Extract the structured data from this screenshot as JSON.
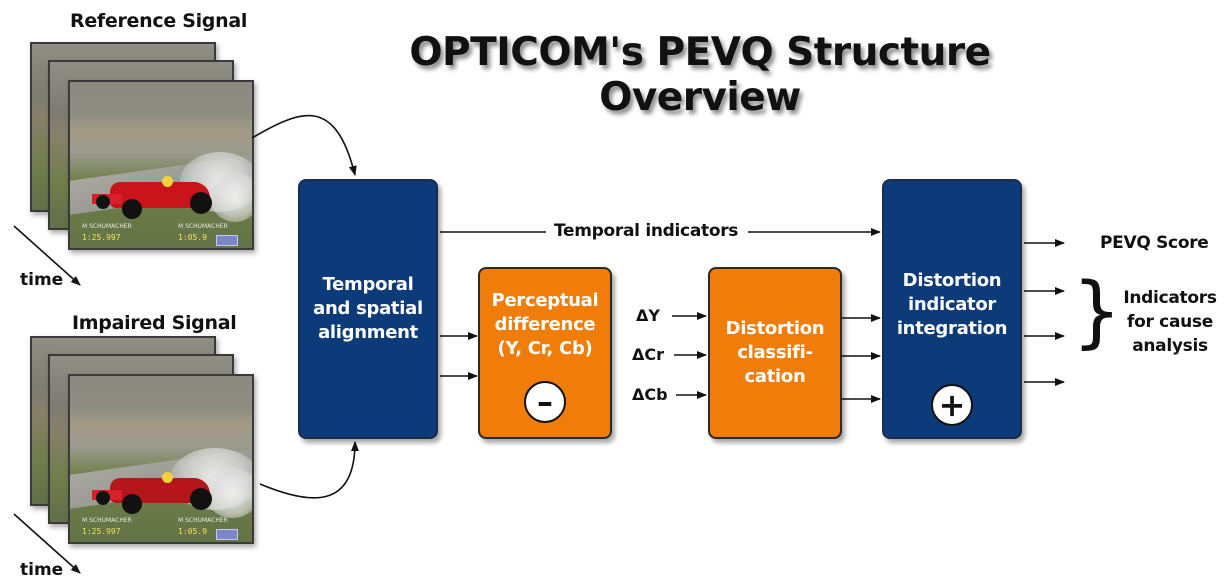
{
  "title": "OPTICOM's PEVQ Structure Overview",
  "reference_signal": {
    "label": "Reference Signal",
    "time_label": "time",
    "hud": {
      "driver_left": "M SCHUMACHER",
      "driver_right": "M SCHUMACHER",
      "time_left": "1:25.997",
      "time_right": "1:05.9"
    }
  },
  "impaired_signal": {
    "label": "Impaired Signal",
    "time_label": "time",
    "hud": {
      "driver_left": "M SCHUMACHER",
      "driver_right": "M SCHUMACHER",
      "time_left": "1:25.997",
      "time_right": "1:05.9"
    }
  },
  "blocks": {
    "alignment": {
      "lines": [
        "Temporal",
        "and spatial",
        "alignment"
      ]
    },
    "perceptual": {
      "lines": [
        "Perceptual",
        "difference",
        "(Y, Cr, Cb)"
      ],
      "operator": "–"
    },
    "classification": {
      "lines": [
        "Distortion",
        "classifi-",
        "cation"
      ]
    },
    "integration": {
      "lines": [
        "Distortion",
        "indicator",
        "integration"
      ],
      "operator": "+"
    }
  },
  "temporal_indicators_label": "Temporal indicators",
  "deltas": [
    "ΔY",
    "ΔCr",
    "ΔCb"
  ],
  "outputs": {
    "score": "PEVQ Score",
    "indicators": [
      "Indicators",
      "for cause",
      "analysis"
    ],
    "brace": "}"
  },
  "colors": {
    "blue_block": "#0d3a78",
    "orange_block": "#f07d0a"
  }
}
